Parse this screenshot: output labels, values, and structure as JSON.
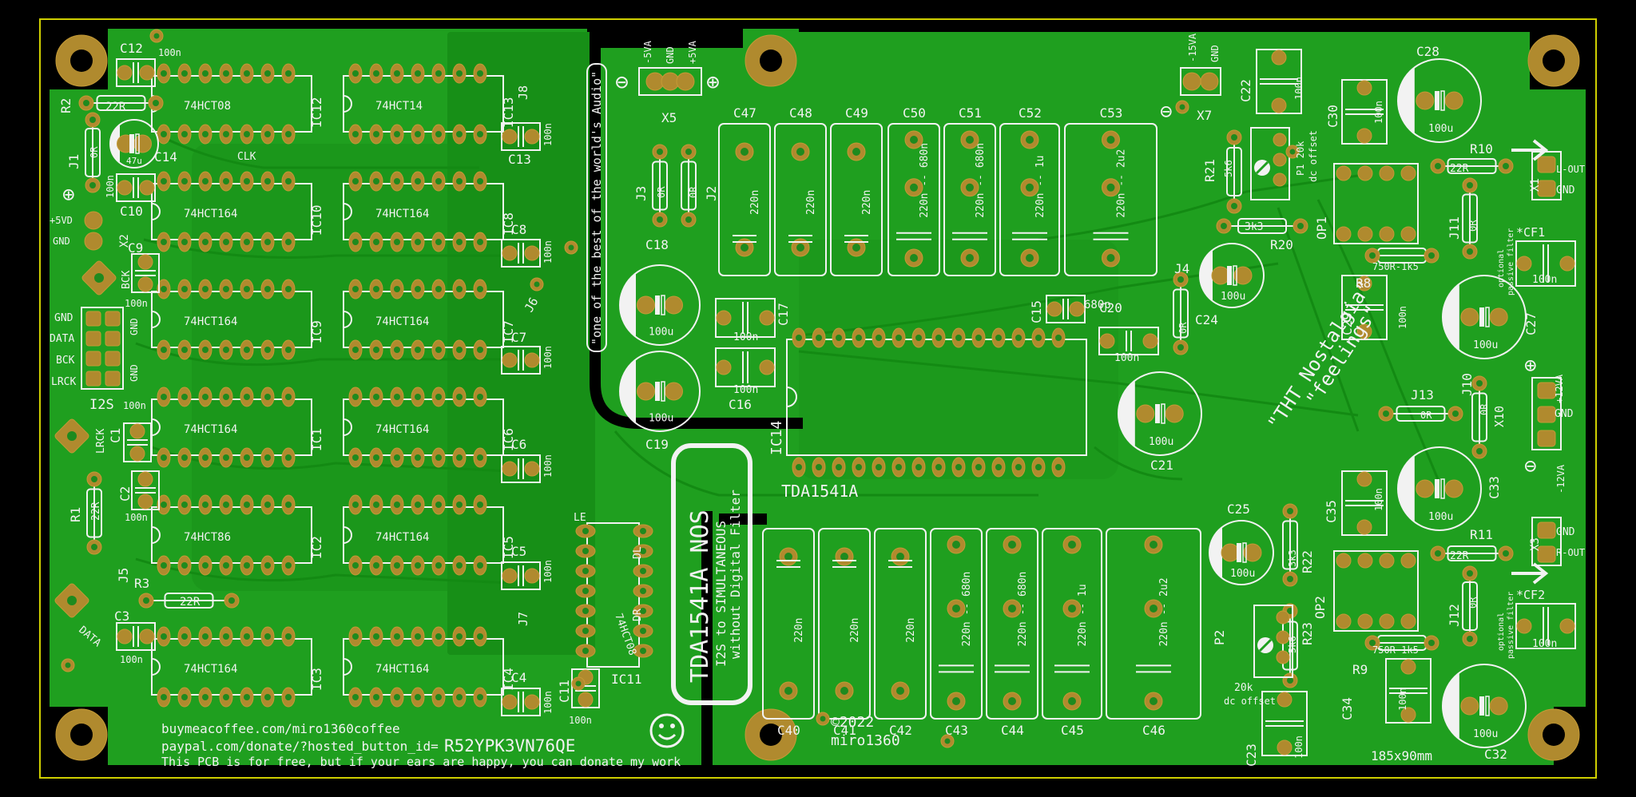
{
  "colors": {
    "board": "#1ea01e",
    "board_dark": "#158a15",
    "copper": "#b08a2e",
    "silk": "#f2f2f2",
    "edge": "#d0d000"
  },
  "labels": {
    "board_slogan": "\"one of the best of the world's Audio\"",
    "main_title": "TDA1541A NOS",
    "subtitle1": "I2S to SIMULTANEOUS",
    "subtitle2": "without Digital Filter",
    "chip": "TDA1541A",
    "copyright": "©2022",
    "author": "miro1360",
    "size": "185x90mm",
    "donate1": "buymeacoffee.com/miro1360coffee",
    "donate2": "paypal.com/donate/?hosted_button_id=",
    "donate_id": "R52YPK3VN76QE",
    "donate3": "This PCB is for free, but if your ears are happy, you can donate my work",
    "nostalgia1": "\"THT Nostalgia\"",
    "nostalgia2": "\"feelings\"",
    "i2s": "I2S",
    "clk": "CLK",
    "le": "LE",
    "dl": "DL",
    "dr": "DR",
    "optional": "optional",
    "passive_filter": "passive filter",
    "dc_offset": "dc offset",
    "p1_val": "P1 20k",
    "p2_val": "20k"
  },
  "ics": [
    {
      "ref": "IC12",
      "part": "74HCT08"
    },
    {
      "ref": "IC13",
      "part": "74HCT14"
    },
    {
      "ref": "IC10",
      "part": "74HCT164"
    },
    {
      "ref": "IC8",
      "part": "74HCT164"
    },
    {
      "ref": "IC9",
      "part": "74HCT164"
    },
    {
      "ref": "IC7",
      "part": "74HCT164"
    },
    {
      "ref": "IC1",
      "part": "74HCT164"
    },
    {
      "ref": "IC6",
      "part": "74HCT164"
    },
    {
      "ref": "IC2",
      "part": "74HCT86"
    },
    {
      "ref": "IC5",
      "part": "74HCT164"
    },
    {
      "ref": "IC3",
      "part": "74HCT164"
    },
    {
      "ref": "IC4",
      "part": "74HCT164"
    },
    {
      "ref": "IC11",
      "part": "74HCT08"
    },
    {
      "ref": "IC14",
      "part": "TDA1541A"
    }
  ],
  "caps_top": [
    {
      "ref": "C47",
      "val": "220n"
    },
    {
      "ref": "C48",
      "val": "220n"
    },
    {
      "ref": "C49",
      "val": "220n"
    },
    {
      "ref": "C50",
      "val": "220n -- 680n"
    },
    {
      "ref": "C51",
      "val": "220n -- 680n"
    },
    {
      "ref": "C52",
      "val": "220n -- 1u"
    },
    {
      "ref": "C53",
      "val": "220n -- 2u2"
    }
  ],
  "caps_bottom": [
    {
      "ref": "C40",
      "val": "220n"
    },
    {
      "ref": "C41",
      "val": "220n"
    },
    {
      "ref": "C42",
      "val": "220n"
    },
    {
      "ref": "C43",
      "val": "220n -- 680n"
    },
    {
      "ref": "C44",
      "val": "220n -- 680n"
    },
    {
      "ref": "C45",
      "val": "220n -- 1u"
    },
    {
      "ref": "C46",
      "val": "220n -- 2u2"
    }
  ],
  "refs": {
    "C12": "C12",
    "R2": "R2",
    "R2v": "22R",
    "J1": "J1",
    "J1v": "0R",
    "C14": "C14",
    "C14v": "47u",
    "C10": "C10",
    "C10v": "100n",
    "X2": "X2",
    "v5": "+5VD",
    "gnd": "GND",
    "BCK": "BCK",
    "C9": "C9",
    "C9v": "100n",
    "DATA": "DATA",
    "LRCK": "LRCK",
    "C1": "C1",
    "C1v": "100n",
    "C2": "C2",
    "C2v": "100n",
    "R1": "R1",
    "R1v": "22R",
    "J5": "J5",
    "R3": "R3",
    "R3v": "22R",
    "C3": "C3",
    "C3v": "100n",
    "J8": "J8",
    "C13": "C13",
    "C8": "C8",
    "J6": "J6",
    "C7": "C7",
    "C6": "C6",
    "C5": "C5",
    "J7": "J7",
    "C4": "C4",
    "C11": "C11",
    "n100": "100n",
    "X5": "X5",
    "m5va": "-5VA",
    "p5va": "+5VA",
    "J3": "J3",
    "J2": "J2",
    "r0": "0R",
    "C18": "C18",
    "C19": "C19",
    "u100": "100u",
    "C17": "C17",
    "C16": "C16",
    "C15": "C15",
    "p680": "680p",
    "C20": "C20",
    "J4": "J4",
    "C21": "C21",
    "C24": "C24",
    "C25": "C25",
    "X7": "X7",
    "m15va": "-15VA",
    "C22": "C22",
    "R21": "R21",
    "R21v": "5k6",
    "R20": "R20",
    "R20v": "3k3",
    "C30": "C30",
    "C28": "C28",
    "R10": "R10",
    "R10v": "22R",
    "X1": "X1",
    "lout": "L-OUT",
    "OP1": "OP1",
    "J11": "J11",
    "CF1": "*CF1",
    "R8": "R8",
    "R8v": "750R-1k5",
    "C29": "C29",
    "C27": "C27",
    "J13": "J13",
    "J10": "J10",
    "X10": "X10",
    "p12": "+12VA",
    "m12": "-12VA",
    "C35": "C35",
    "C33": "C33",
    "R22": "R22",
    "R22v": "3k3",
    "R23": "R23",
    "R23v": "5k6",
    "P2": "P2",
    "C23": "C23",
    "R11": "R11",
    "R11v": "22R",
    "X3": "X3",
    "rout": "R-OUT",
    "OP2": "OP2",
    "J12": "J12",
    "CF2": "*CF2",
    "R9": "R9",
    "R9v": "750R-1k5",
    "C34": "C34",
    "C32": "C32"
  }
}
